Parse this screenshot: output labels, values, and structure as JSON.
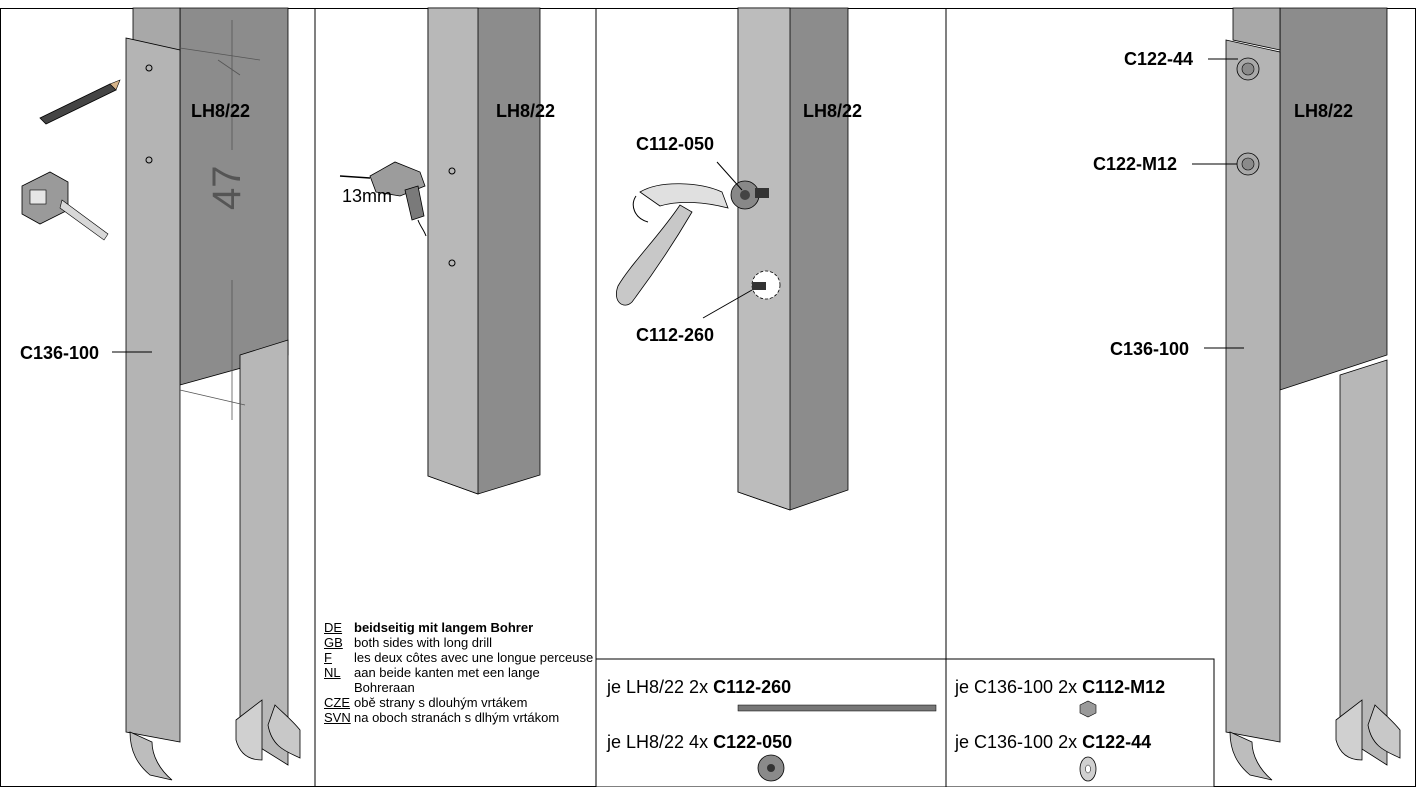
{
  "panel1": {
    "post_label": "LH8/22",
    "bracket_callout": "C136-100",
    "marking": "47"
  },
  "panel2": {
    "post_label": "LH8/22",
    "drill_size": "13mm",
    "instructions": [
      {
        "lang": "DE",
        "text": "beidseitig mit langem Bohrer",
        "bold": true
      },
      {
        "lang": "GB",
        "text": "both sides with long drill"
      },
      {
        "lang": "F",
        "text": "les deux côtes avec une longue perceuse"
      },
      {
        "lang": "NL",
        "text": "aan beide kanten met een lange Bohreraan"
      },
      {
        "lang": "CZE",
        "text": "obě strany s dlouhým vrtákem"
      },
      {
        "lang": "SVN",
        "text": "na oboch stranách s dlhým vrtákom"
      }
    ]
  },
  "panel3": {
    "post_label": "LH8/22",
    "callout_top": "C112-050",
    "callout_bottom": "C112-260",
    "parts": [
      {
        "prefix": "je LH8/22 2x ",
        "code": "C112-260"
      },
      {
        "prefix": "je LH8/22 4x ",
        "code": "C122-050"
      }
    ]
  },
  "panel4": {
    "post_label": "LH8/22",
    "callout_bolt": "C122-44",
    "callout_nut": "C122-M12",
    "callout_bracket": "C136-100",
    "parts": [
      {
        "prefix": "je C136-100 2x ",
        "code": "C112-M12"
      },
      {
        "prefix": "je C136-100 2x ",
        "code": "C122-44"
      }
    ]
  },
  "colors": {
    "post_dark": "#8f8f8f",
    "post_light": "#c6c6c6",
    "bracket": "#b4b4b4",
    "line": "#000000"
  }
}
